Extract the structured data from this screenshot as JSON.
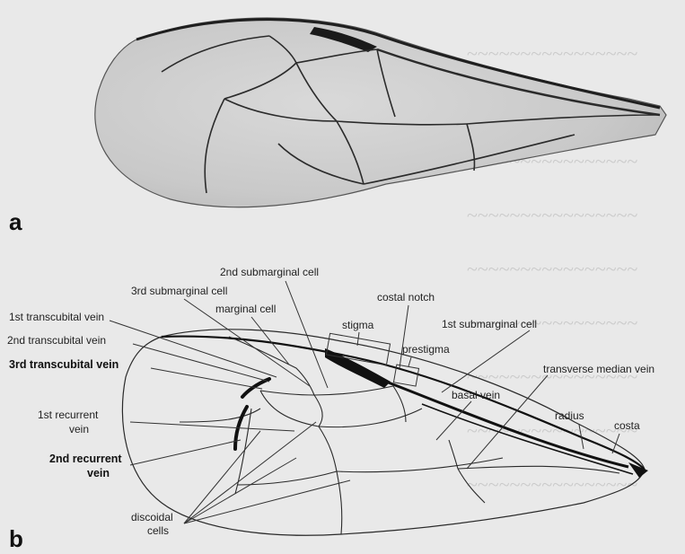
{
  "panels": {
    "a": "a",
    "b": "b"
  },
  "labels": {
    "second_submarginal_cell": "2nd submarginal cell",
    "third_submarginal_cell": "3rd submarginal cell",
    "marginal_cell": "marginal cell",
    "costal_notch": "costal notch",
    "stigma": "stigma",
    "first_submarginal_cell": "1st submarginal cell",
    "prestigma": "prestigma",
    "first_transcubital_vein": "1st transcubital vein",
    "second_transcubital_vein": "2nd transcubital vein",
    "third_transcubital_vein": "3rd transcubital vein",
    "transverse_median_vein": "transverse median vein",
    "basal_vein": "basal vein",
    "first_recurrent_vein_line1": "1st recurrent",
    "first_recurrent_vein_line2": "vein",
    "radius": "radius",
    "costa": "costa",
    "second_recurrent_vein_line1": "2nd recurrent",
    "second_recurrent_vein_line2": "vein",
    "discoidal_cells_line1": "discoidal",
    "discoidal_cells_line2": "cells"
  },
  "colors": {
    "background": "#e9e9e9",
    "wing_membrane": "#cfcfcf",
    "vein_dark": "#111111"
  }
}
